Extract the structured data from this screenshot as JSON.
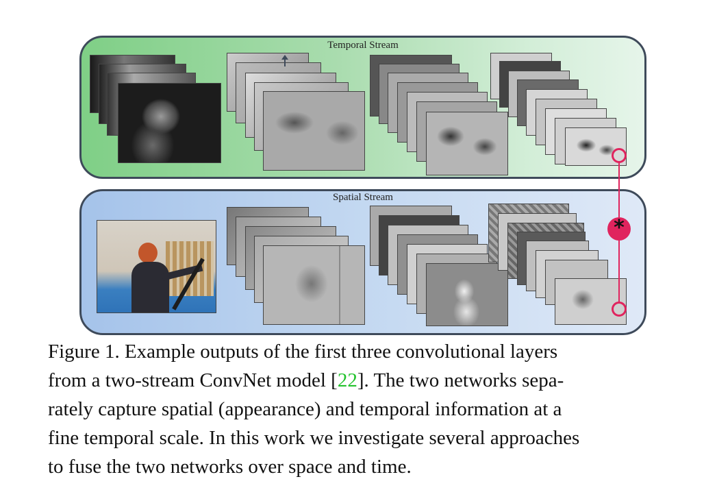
{
  "figure": {
    "temporal_title": "Temporal Stream",
    "spatial_title": "Spatial Stream",
    "fusion_symbol": "*",
    "accent_color": "#e0245e",
    "temporal_color": "#8fd493",
    "spatial_color": "#b3cdef"
  },
  "caption": {
    "line1": "Figure 1. Example outputs of the first three convolutional layers",
    "line2_pre": "from a two-stream ConvNet model [",
    "line2_ref": "22",
    "line2_post": "]. The two networks sepa-",
    "line3": "rately capture spatial (appearance) and temporal information at a",
    "line4": "fine temporal scale. In this work we investigate several approaches",
    "line5": "to fuse the two networks over space and time."
  }
}
